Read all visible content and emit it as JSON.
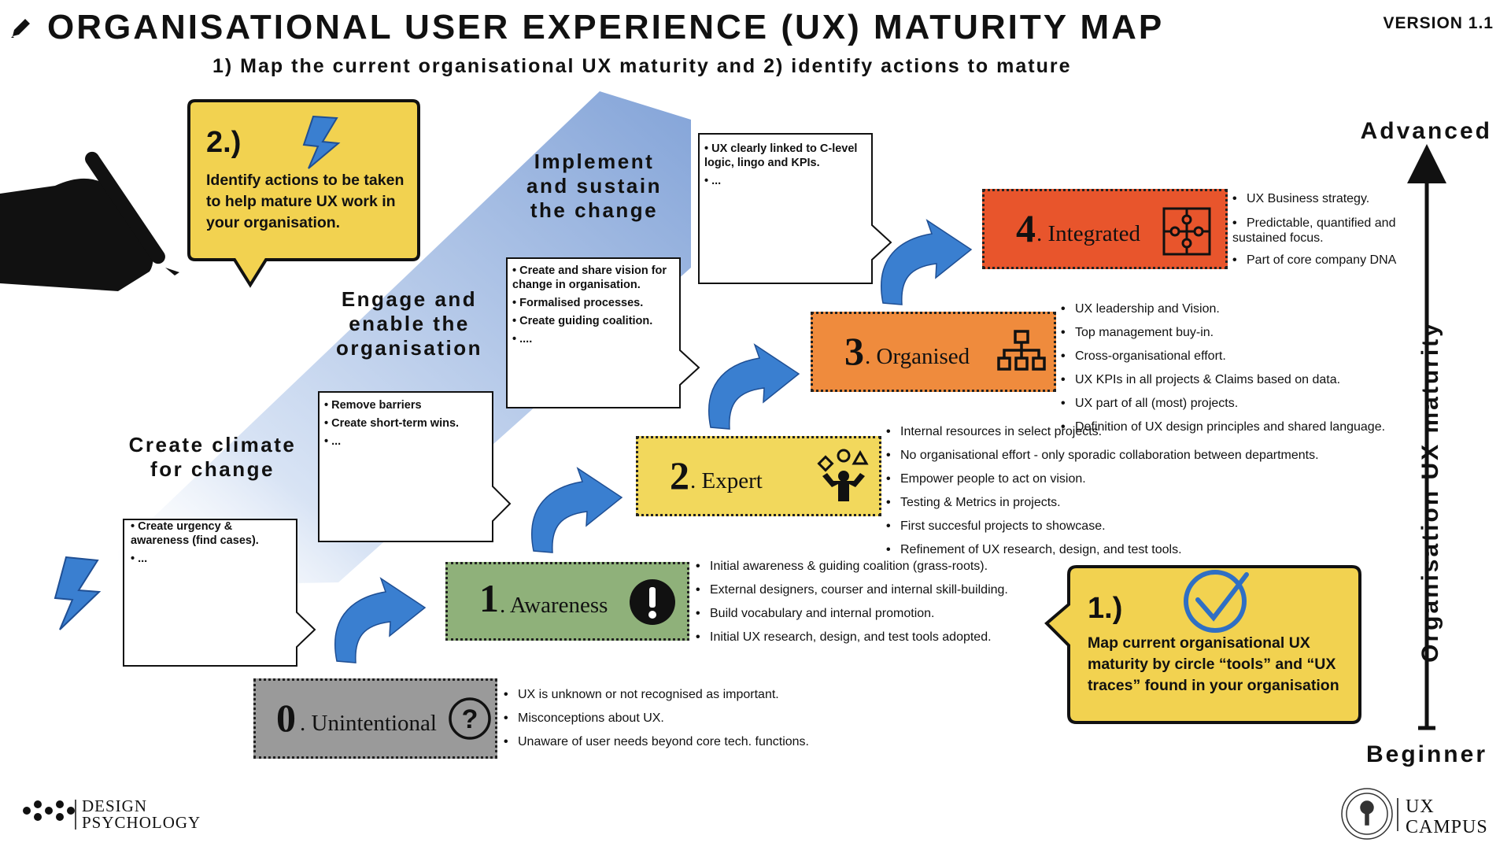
{
  "header": {
    "title": "ORGANISATIONAL USER EXPERIENCE (UX) MATURITY MAP",
    "version": "VERSION 1.1",
    "subtitle": "1) Map the current organisational UX maturity and 2) identify actions to mature"
  },
  "phases": [
    {
      "text": "Create climate for change"
    },
    {
      "text": "Engage and enable the organisation"
    },
    {
      "text": "Implement and sustain the change"
    }
  ],
  "action_notes": [
    {
      "items": [
        "Create urgency & awareness (find cases).",
        "..."
      ]
    },
    {
      "items": [
        "Remove barriers",
        "Create short-term wins.",
        "..."
      ]
    },
    {
      "items": [
        "Create and share vision for change in organisation.",
        "Formalised processes.",
        "Create guiding coalition.",
        "...."
      ]
    },
    {
      "items": [
        "UX clearly linked to C-level logic, lingo and KPIs.",
        "..."
      ]
    }
  ],
  "stages": [
    {
      "number": "0",
      "label": ". Unintentional",
      "color": "#9a9a9a",
      "icon": "question-icon",
      "bullets": [
        "UX is unknown or not recognised as important.",
        "Misconceptions about UX.",
        "Unaware of user needs beyond core tech. functions."
      ]
    },
    {
      "number": "1",
      "label": ". Awareness",
      "color": "#8fb17a",
      "icon": "exclamation-icon",
      "bullets": [
        "Initial awareness  & guiding coalition (grass-roots).",
        "External designers, courser and internal skill-building.",
        "Build vocabulary and internal promotion.",
        "Initial UX research, design, and test tools adopted."
      ]
    },
    {
      "number": "2",
      "label": ". Expert",
      "color": "#f2d85c",
      "icon": "juggler-icon",
      "bullets": [
        "Internal resources in select projects.",
        "No organisational effort - only sporadic collaboration between departments.",
        "Empower people to act on vision.",
        "Testing & Metrics in projects.",
        "First succesful projects to showcase.",
        "Refinement of UX research, design, and test tools."
      ]
    },
    {
      "number": "3",
      "label": ". Organised",
      "color": "#ef8b3d",
      "icon": "hierarchy-icon",
      "bullets": [
        "UX leadership and Vision.",
        "Top management buy-in.",
        "Cross-organisational effort.",
        "UX KPIs in all projects & Claims based on data.",
        "UX part of all (most) projects.",
        "Definition of UX design principles and shared language."
      ]
    },
    {
      "number": "4",
      "label": ". Integrated",
      "color": "#e8552c",
      "icon": "puzzle-icon",
      "bullets": [
        "UX Business strategy.",
        "Predictable, quantified and sustained focus.",
        "Part of core company DNA"
      ]
    }
  ],
  "callouts": {
    "step1": {
      "title": "1.)",
      "text": "Map current organisational UX maturity by circle “tools” and “UX traces” found in your organisation",
      "icon": "checkmark-icon"
    },
    "step2": {
      "title": "2.)",
      "text": "Identify actions to be taken to help mature UX work in your organisation.",
      "icon": "lightning-icon"
    }
  },
  "axis": {
    "top": "Advanced",
    "bottom": "Beginner",
    "label": "Organisation UX maturity"
  },
  "logos": {
    "left": [
      "DESIGN",
      "PSYCHOLOGY"
    ],
    "right": [
      "UX",
      "CAMPUS"
    ]
  },
  "colors": {
    "callout": "#f2d250",
    "band": "#7d9fd6",
    "arrow": "#3a7fd0"
  }
}
